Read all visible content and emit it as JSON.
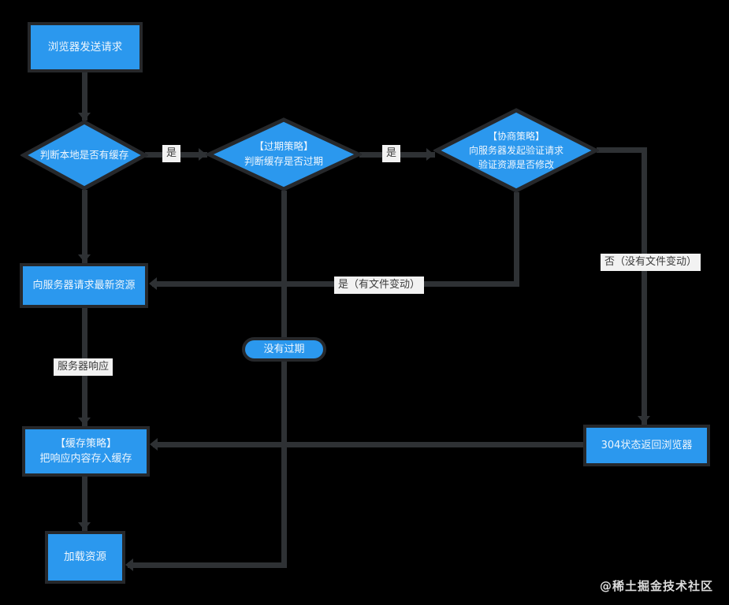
{
  "diagram": {
    "kind": "flowchart",
    "topic": "browser-cache-strategy",
    "nodes": {
      "send": {
        "label": "浏览器发送请求"
      },
      "check_local": {
        "label": "判断本地是否有缓存"
      },
      "check_expire": {
        "line1": "【过期策略】",
        "line2": "判断缓存是否过期"
      },
      "negotiate": {
        "line1": "【协商策略】",
        "line2": "向服务器发起验证请求",
        "line3": "验证资源是否修改"
      },
      "request_latest": {
        "label": "向服务器请求最新资源"
      },
      "not_expired": {
        "label": "没有过期"
      },
      "cache_store": {
        "line1": "【缓存策略】",
        "line2": "把响应内容存入缓存"
      },
      "status_304": {
        "label": "304状态返回浏览器"
      },
      "load_resource": {
        "label": "加载资源"
      }
    },
    "edge_labels": {
      "yes_local_cache": "是",
      "yes_expired": "是",
      "no_file_change": "否（没有文件变动）",
      "yes_file_change": "是（有文件变动）",
      "server_response": "服务器响应"
    },
    "watermark": "@稀土掘金技术社区",
    "colors": {
      "background": "#000000",
      "node_fill": "#2B98EE",
      "node_border": "#26282B",
      "node_text": "#EEF6FD",
      "connector": "#2E3134",
      "label_bg": "#F2F2F2",
      "label_text": "#3C3C3C",
      "watermark_text": "#DCDCDC"
    }
  }
}
